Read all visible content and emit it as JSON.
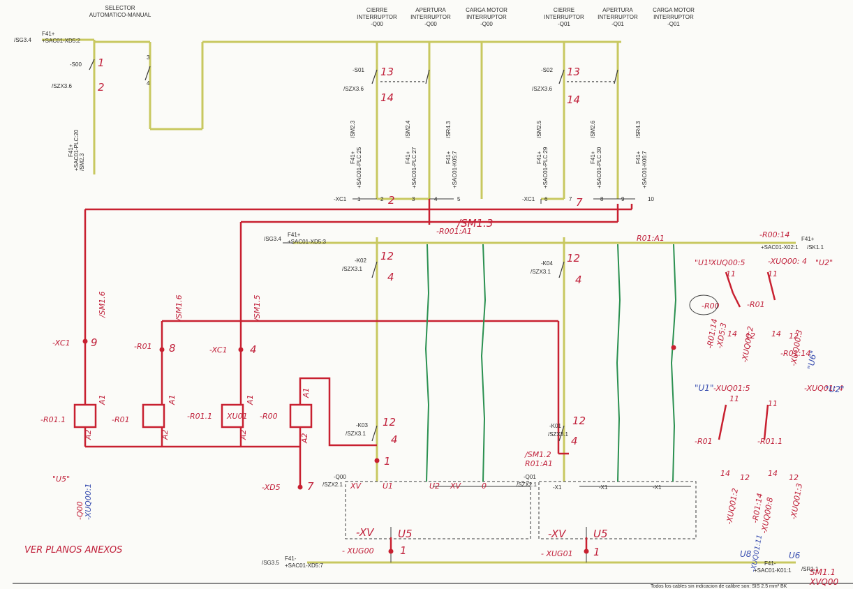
{
  "headers": {
    "selector": [
      "SELECTOR",
      "AUTOMATICO-MANUAL"
    ],
    "cierre_q00": [
      "CIERRE",
      "INTERRUPTOR",
      "-Q00"
    ],
    "apertura_q00": [
      "APERTURA",
      "INTERRUPTOR",
      "-Q00"
    ],
    "carga_q00": [
      "CARGA MOTOR",
      "INTERRUPTOR",
      "-Q00"
    ],
    "cierre_q01": [
      "CIERRE",
      "INTERRUPTOR",
      "-Q01"
    ],
    "apertura_q01": [
      "APERTURA",
      "INTERRUPTOR",
      "-Q01"
    ],
    "carga_q01": [
      "CARGA MOTOR",
      "INTERRUPTOR",
      "-Q01"
    ]
  },
  "printed": {
    "sg34_top": "/SG3.4",
    "f41_top": "F41+",
    "sac_top": "+SAC01-XD5:2",
    "s00": "-S00",
    "szx36": "/SZX3.6",
    "s01": "-S01",
    "szx36b": "/SZX3.6",
    "s02": "-S02",
    "szx36c": "/SZX3.6",
    "sm23_f41": "F41+",
    "sm23_sac": "+SAC01-PLC:20",
    "sm23": "/SM2.3",
    "xc1a": "-XC1",
    "xc1b": "-XC1",
    "sg34_mid": "/SG3.4",
    "f41_mid": "F41+",
    "sac_mid": "+SAC01-XD5:3",
    "k02": "-K02",
    "szx31a": "/SZX3.1",
    "k04": "-K04",
    "szx31b": "/SZX3.1",
    "k03": "-K03",
    "szx31c": "/SZX3.1",
    "k01": "-K01",
    "szx31d": "/SZX3.1",
    "q00b": "-Q00",
    "szx21a": "/SZX2.1",
    "q01b": "-Q01",
    "szx21b": "/SZX2.1",
    "x1a": "-X1",
    "x1b": "-X1",
    "x1c": "-X1",
    "sg35": "/SG3.5",
    "f41_bot": "F41-",
    "sac_bot": "+SAC01-XD5:7",
    "f41_botr": "F41-",
    "sac_botr": "+SAC01-K01:1",
    "sr11": "/SR1.1",
    "f41_r": "F41+",
    "sac_r": "+SAC01-X02:1",
    "sk11": "/SK1.1",
    "footer": "Todos los cables sin indicacion de calibre son: SIS 2.5 mm² BK"
  },
  "vertical_labels": {
    "v1": [
      "F41+",
      "+SAC01-PLC:25",
      "/SM2.3"
    ],
    "v2": [
      "F41+",
      "+SAC01-PLC:27",
      "/SM2.4"
    ],
    "v3": [
      "F41+",
      "+SAC01-K05:7",
      "/SR4.3"
    ],
    "v4": [
      "F41+",
      "+SAC01-PLC:29",
      "/SM2.5"
    ],
    "v5": [
      "F41+",
      "+SAC01-PLC:30",
      "/SM2.6"
    ],
    "v6": [
      "F41+",
      "+SAC01-K06:7",
      "/SR4.3"
    ]
  },
  "terminals": {
    "t1": "1",
    "t2": "2",
    "t3": "3",
    "t4": "4",
    "t5": "5",
    "t6": "6",
    "t7": "7",
    "t8": "8",
    "t9": "9",
    "t10": "10",
    "sel1": "1",
    "sel2": "2",
    "sel3": "3",
    "sel4": "4"
  },
  "handwritten": {
    "sel_13a": "13",
    "sel_14a": "14",
    "sel_13b": "13",
    "sel_14b": "14",
    "sel_1": "1",
    "sel_2": "2",
    "xc1_2": "2",
    "xc1_7": "7",
    "sm13": "/SM1.3",
    "r001a1": "-R001:A1",
    "r01a1": "R01:A1",
    "k12a": "12",
    "k4a": "4",
    "k12b": "12",
    "k4b": "4",
    "k12c": "12",
    "k4c": "4",
    "k12d": "12",
    "k4d": "4",
    "xc1_9": "-XC1",
    "n9": "9",
    "r01_8": "-R01",
    "n8": "8",
    "xc1_4": "-XC1",
    "n4": "4",
    "sm16a": "/SM1.6",
    "sm16b": "/SM1.6",
    "sm15": "/SM1.5",
    "a1a": "A1",
    "a1b": "A1",
    "a1c": "A1",
    "a1d": "A1",
    "a2a": "A2",
    "a2b": "A2",
    "a2c": "A2",
    "a2d": "A2",
    "r011": "-R01.1",
    "r01": "-R01",
    "r011b": "-R01.1",
    "xu01": "XU01",
    "r00": "-R00",
    "xd5_7": "-XD5",
    "n7": "7",
    "n1": "1",
    "sm12": "/SM1.2",
    "r01a1b": "R01:A1",
    "u5": "\"U5\"",
    "q00q": "-Q00",
    "xuq00": "-XUQ00:1",
    "xv1": "XV",
    "u1": "U1",
    "u2": "U2",
    "xv2": "XV",
    "n0": "0",
    "xv3": "-XV",
    "u5b": "U5",
    "xv4": "-XV",
    "u5c": "U5",
    "xuq00b": "- XUG00",
    "one_a": "1",
    "xuq01": "- XUG01",
    "one_b": "1",
    "ver": "VER PLANOS ANEXOS",
    "r00_14": "-R00:14",
    "u1q": "\"U1\"",
    "xuq00_5": "-XUQ00:5",
    "xuq00_4": "-XUQ00: 4",
    "u2q": "\"U2\"",
    "n11a": "11",
    "n11b": "11",
    "r00c": "-R00",
    "r01c": "-R01",
    "n14a": "14",
    "n12a": "12",
    "n14b": "14",
    "n12b": "12",
    "r01_14": "-R01:14",
    "xd5_3": "-XD5:3",
    "xuq00_2": "-XUQ00:2",
    "r01_14b": "-R01:14",
    "xuq00_3": "-XUQ00:3",
    "u6": "\"U6\"",
    "u1q2": "\"U1\"",
    "xuq01_5": "-XUQ01:5",
    "xuq01_4": "-XUQ01: 4",
    "u2q2": "\"U2\"",
    "n11c": "11",
    "n11d": "11",
    "r01d": "-R01",
    "r011d": "-R01.1",
    "n14c": "14",
    "n12c": "12",
    "n14d": "14",
    "n12d": "12",
    "xuq01_2": "-XUQ01:2",
    "r01_14c": "-R01:14",
    "xuq01_8": "-XUQ00:8",
    "xuq01_3": "-XUQ01:3",
    "u8": "U8",
    "u6b": "U6",
    "xuq01_11": "-XUQ01:11",
    "sm11": "SM1.1",
    "xvq00": "XVQ00"
  },
  "colors": {
    "yellow_wire": "#c8c860",
    "red_wire": "#c82030",
    "green_wire": "#2a9050",
    "black_line": "#3a3a3a",
    "blue_ink": "#3a4fb0"
  }
}
